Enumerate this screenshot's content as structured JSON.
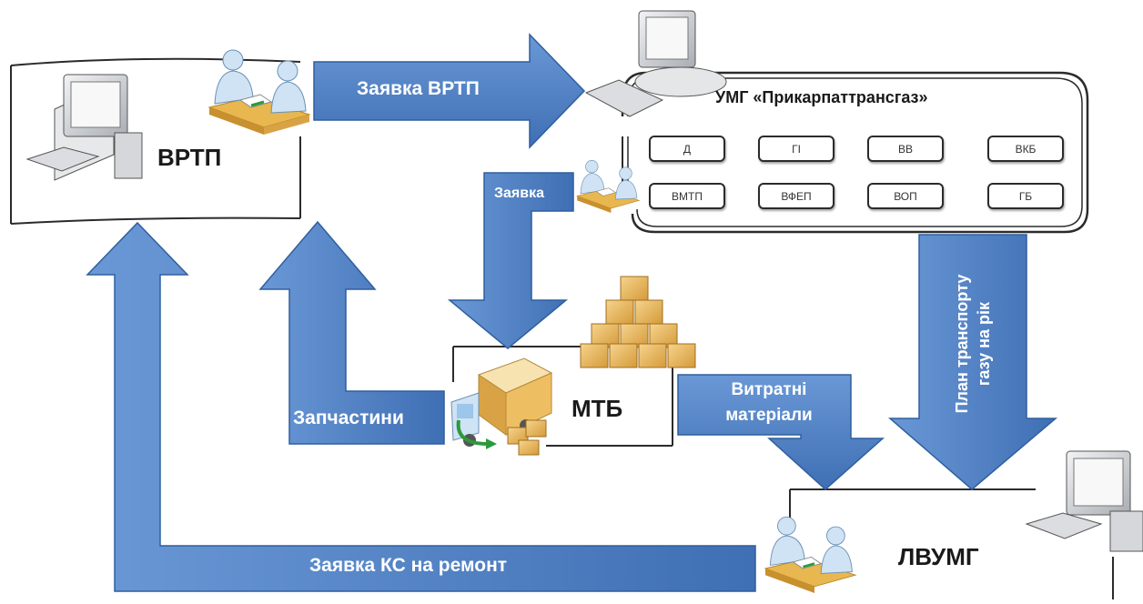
{
  "nodes": {
    "vrtp": {
      "title": "ВРТП"
    },
    "umg": {
      "title": "УМГ «Прикарпаттрансгаз»"
    },
    "mtb": {
      "title": "МТБ"
    },
    "lvumg": {
      "title": "ЛВУМГ"
    }
  },
  "departments": [
    "Д",
    "ГІ",
    "ВВ",
    "ВКБ",
    "ВМТП",
    "ВФЕП",
    "ВОП",
    "ГБ"
  ],
  "arrows": {
    "request_vrtp": "Заявка ВРТП",
    "request": "Заявка",
    "spare_parts": "Запчастини",
    "consumables_line1": "Витратні",
    "consumables_line2": "матеріали",
    "transport_plan_line1": "План транспорту",
    "transport_plan_line2": "газу на рік",
    "ks_repair_request": "Заявка КС на ремонт"
  },
  "colors": {
    "arrow_fill": "#4a7cc0",
    "arrow_stroke": "#2f5f9e",
    "frame": "#2b2b2b",
    "computer_body": "#c9ccd0",
    "person_skin": "#cfe3f5",
    "desk": "#e8b74f",
    "box": "#e9b85a"
  }
}
